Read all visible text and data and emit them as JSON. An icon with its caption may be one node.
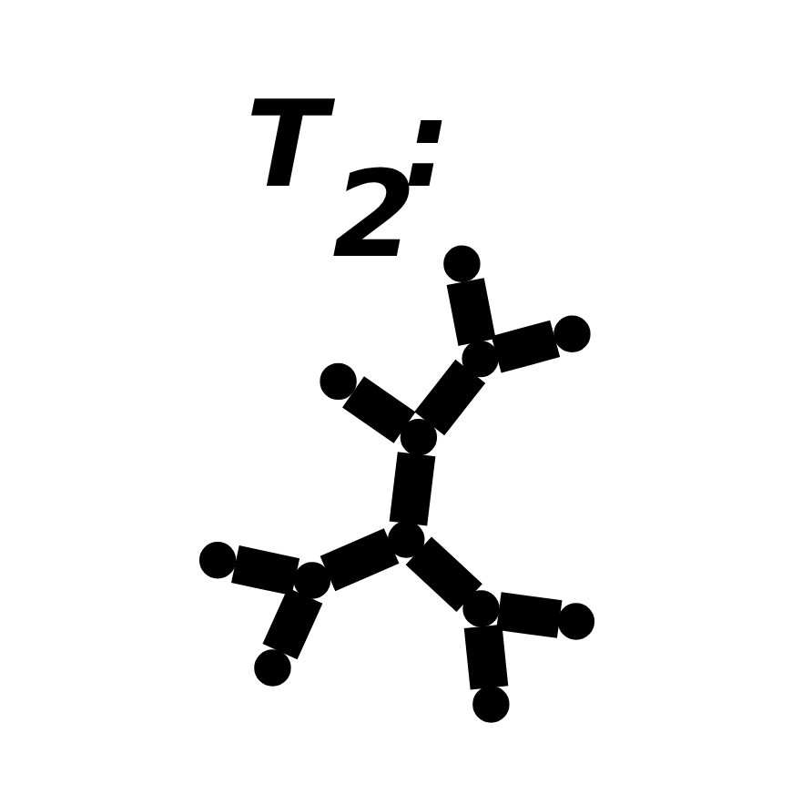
{
  "diagram": {
    "title": "T$_{2}$:",
    "nodes": [
      {
        "text": [],
        "shape": "point"
      },
      {
        "text": [],
        "shape": "point"
      },
      {
        "text": [],
        "shape": "point"
      },
      {
        "text": [],
        "shape": "point"
      },
      {
        "text": [],
        "shape": "point"
      },
      {
        "text": [],
        "shape": "point"
      },
      {
        "text": [],
        "shape": "point"
      },
      {
        "text": [],
        "shape": "point"
      },
      {
        "text": [],
        "shape": "point"
      },
      {
        "text": [],
        "shape": "point"
      },
      {
        "text": [],
        "shape": "point"
      },
      {
        "text": [],
        "shape": "point"
      }
    ],
    "edges": [
      {
        "from": 0,
        "to": 2,
        "arrow": "none"
      },
      {
        "from": 1,
        "to": 2,
        "arrow": "none"
      },
      {
        "from": 2,
        "to": 3,
        "arrow": "none"
      },
      {
        "from": 3,
        "to": 4,
        "arrow": "none"
      },
      {
        "from": 3,
        "to": 5,
        "arrow": "none"
      },
      {
        "from": 4,
        "to": 6,
        "arrow": "none"
      },
      {
        "from": 4,
        "to": 7,
        "arrow": "none"
      },
      {
        "from": 5,
        "to": 8,
        "arrow": "none"
      },
      {
        "from": 5,
        "to": 9,
        "arrow": "none"
      },
      {
        "from": 6,
        "to": 10,
        "arrow": "none"
      },
      {
        "from": 6,
        "to": 11,
        "arrow": "none"
      }
    ]
  }
}
